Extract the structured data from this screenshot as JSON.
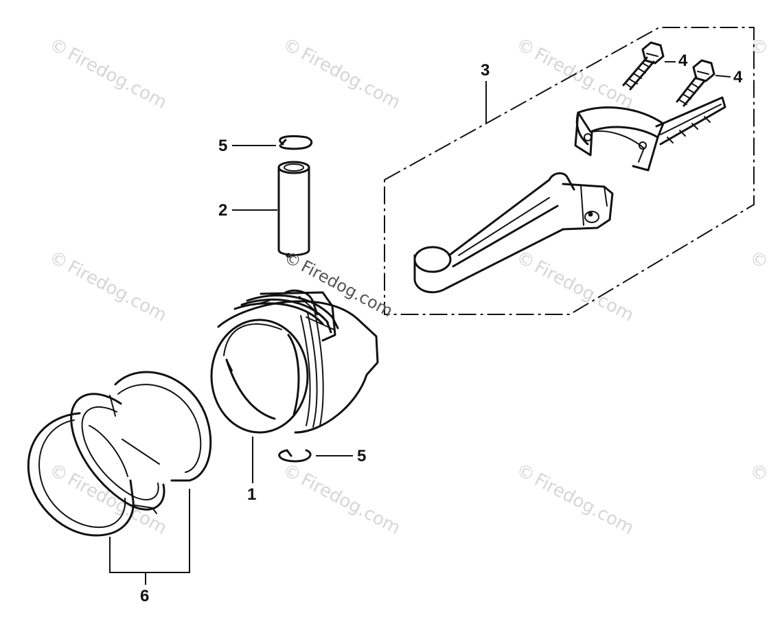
{
  "callouts": {
    "piston": "1",
    "piston_pin": "2",
    "connecting_rod_assy": "3",
    "rod_bolt_a": "4",
    "rod_bolt_b": "4",
    "pin_clip_top": "5",
    "pin_clip_bottom": "5",
    "piston_ring_set": "6"
  },
  "watermark": {
    "text": "Firedog.com",
    "symbol": "©"
  },
  "colors": {
    "ink": "#111111",
    "paper": "#ffffff",
    "watermark_light": "#d6d6d6",
    "watermark_dark": "#555555"
  }
}
